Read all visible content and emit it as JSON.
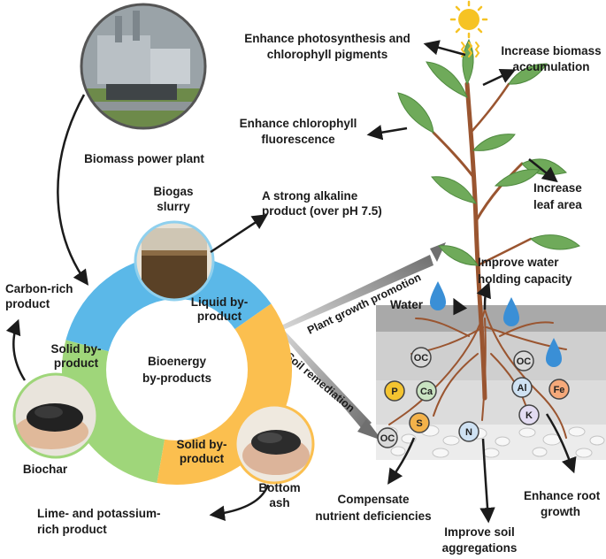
{
  "center": {
    "line1": "Bioenergy",
    "line2": "by-products"
  },
  "plant_photo_label": "Biomass power plant",
  "sources": {
    "biogas": {
      "line1": "Biogas",
      "line2": "slurry"
    },
    "biochar": "Biochar",
    "ash": {
      "line1": "Bottom",
      "line2": "ash"
    }
  },
  "segments": {
    "liquid": {
      "line1": "Liquid by-",
      "line2": "product"
    },
    "solid_left": {
      "line1": "Solid by-",
      "line2": "product"
    },
    "solid_right": {
      "line1": "Solid by-",
      "line2": "product"
    }
  },
  "products": {
    "alkaline": {
      "line1": "A strong alkaline",
      "line2": "product (over pH 7.5)"
    },
    "carbon": {
      "line1": "Carbon-rich",
      "line2": "product"
    },
    "lime": {
      "line1": "Lime- and potassium-",
      "line2": "rich product"
    }
  },
  "pathways": {
    "growth": "Plant growth promotion",
    "soil": "Soil remediation"
  },
  "plant_effects": {
    "photosynthesis": {
      "line1": "Enhance photosynthesis and",
      "line2": "chlorophyll pigments"
    },
    "biomass": {
      "line1": "Increase biomass",
      "line2": "accumulation"
    },
    "fluorescence": {
      "line1": "Enhance chlorophyll",
      "line2": "fluorescence"
    },
    "leaf_area": {
      "line1": "Increase",
      "line2": "leaf area"
    }
  },
  "soil_effects": {
    "water_holding": {
      "line1": "Improve water",
      "line2": "holding capacity"
    },
    "water": "Water",
    "root_growth": {
      "line1": "Enhance root",
      "line2": "growth"
    },
    "aggregation": {
      "line1": "Improve soil",
      "line2": "aggregations"
    },
    "nutrient": {
      "line1": "Compensate",
      "line2": "nutrient deficiencies"
    }
  },
  "nutrients": [
    {
      "label": "OC",
      "color": "#d9d9d9"
    },
    {
      "label": "OC",
      "color": "#d9d9d9"
    },
    {
      "label": "OC",
      "color": "#d9d9d9"
    },
    {
      "label": "P",
      "color": "#f4c430"
    },
    {
      "label": "Ca",
      "color": "#c9e3c2"
    },
    {
      "label": "S",
      "color": "#f3b24a"
    },
    {
      "label": "Al",
      "color": "#cfe2f3"
    },
    {
      "label": "Fe",
      "color": "#f5a97a"
    },
    {
      "label": "K",
      "color": "#e3dcf2"
    },
    {
      "label": "N",
      "color": "#cfe2f3"
    }
  ],
  "colors": {
    "liquid_segment": "#5bb8e8",
    "solid_left_segment": "#9fd67a",
    "solid_right_segment": "#fbbf4f",
    "sun": "#f6c324",
    "leaf": "#6faa5a",
    "stem": "#9a5530",
    "water_drop": "#3a8fd6"
  }
}
